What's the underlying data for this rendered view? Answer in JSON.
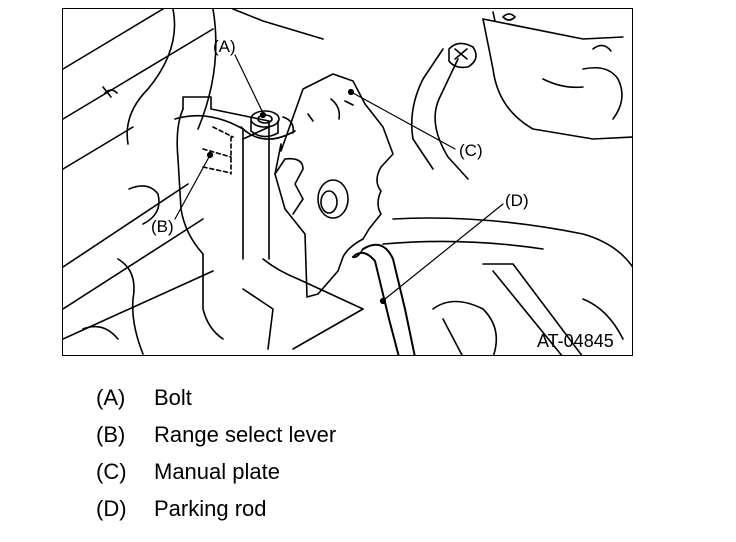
{
  "figure": {
    "figure_id": "AT-04845",
    "callouts": [
      {
        "key": "(A)"
      },
      {
        "key": "(B)"
      },
      {
        "key": "(C)"
      },
      {
        "key": "(D)"
      }
    ]
  },
  "legend": [
    {
      "key": "(A)",
      "label": "Bolt"
    },
    {
      "key": "(B)",
      "label": "Range select lever"
    },
    {
      "key": "(C)",
      "label": "Manual plate"
    },
    {
      "key": "(D)",
      "label": "Parking rod"
    }
  ]
}
